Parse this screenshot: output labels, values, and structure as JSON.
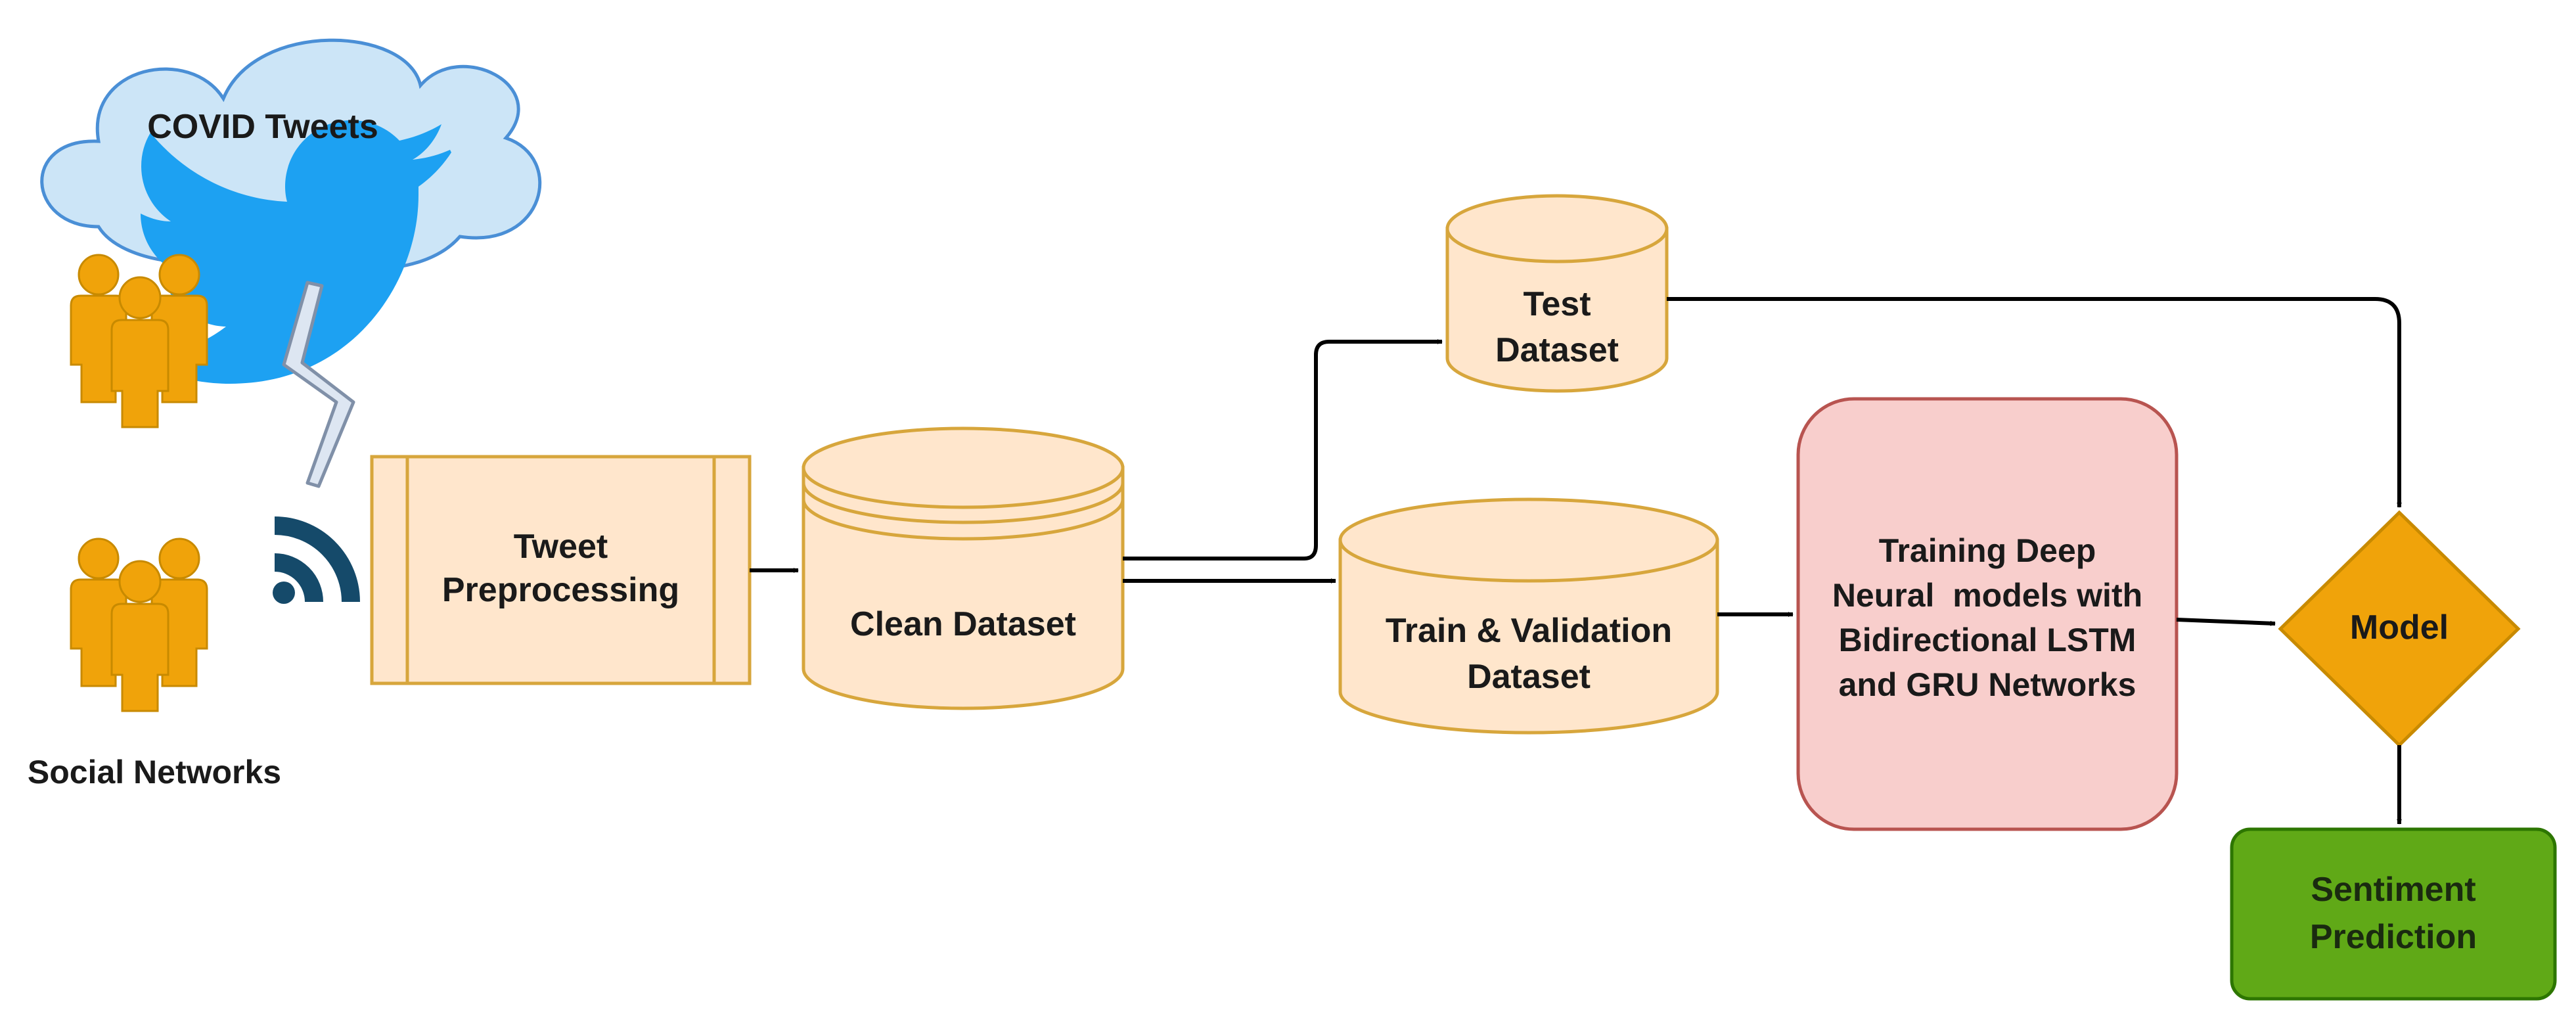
{
  "nodes": {
    "covid_tweets": "COVID Tweets",
    "social_networks": "Social Networks",
    "tweet_preprocessing": [
      "Tweet",
      "Preprocessing"
    ],
    "clean_dataset": "Clean Dataset",
    "test_dataset": [
      "Test",
      "Dataset"
    ],
    "train_validation_dataset": [
      "Train & Validation",
      "Dataset"
    ],
    "training_models": [
      "Training Deep",
      "Neural  models with",
      "Bidirectional LSTM",
      "and GRU Networks"
    ],
    "model": "Model",
    "sentiment_prediction": [
      "Sentiment",
      "Prediction"
    ]
  },
  "colors": {
    "cloud_fill": "#cce5f7",
    "cloud_stroke": "#4a8fd6",
    "twitter_blue": "#1da1f2",
    "people_orange": "#f0a30a",
    "people_stroke": "#c88a00",
    "dataset_fill": "#ffe6cc",
    "dataset_stroke": "#d7a63c",
    "training_fill": "#f8cecc",
    "training_stroke": "#b85450",
    "model_fill": "#f0a30a",
    "model_stroke": "#c88a00",
    "prediction_fill": "#60a917",
    "prediction_stroke": "#2d7600",
    "wifi_color": "#154a6a",
    "lightning_fill": "#dde6f2",
    "lightning_stroke": "#8090a8",
    "arrow": "#000000"
  }
}
